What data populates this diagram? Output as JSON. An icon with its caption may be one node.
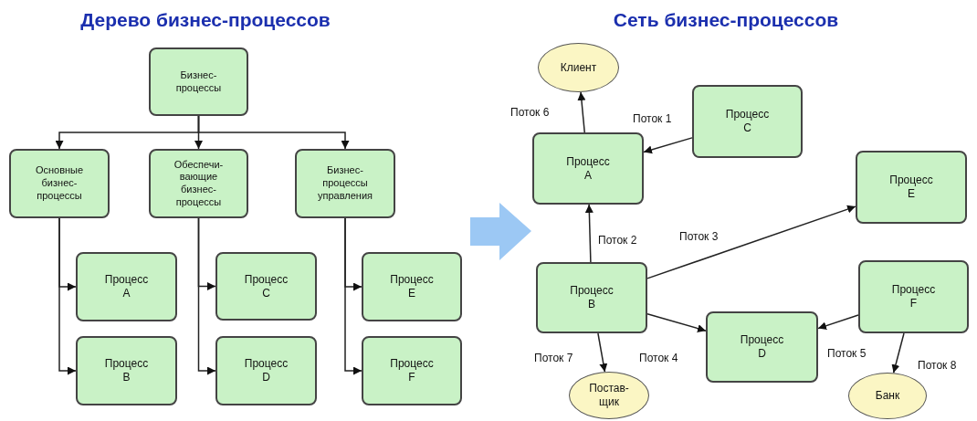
{
  "diagram": {
    "nodes": [
      {
        "text": [
          "Дерево бизнес-процессов"
        ]
      },
      {
        "text": [
          "Бизнес-процессы"
        ],
        "in": 0
      },
      {
        "text": [
          "Основные бизнес-процессы"
        ],
        "in": 0
      },
      {
        "text": [
          "Обеспечи-вающие бизнес-процессы"
        ],
        "in": 0
      },
      {
        "text": [
          "Бизнес-процессы управления"
        ],
        "in": 0
      },
      {
        "text": [
          "Процесс A"
        ],
        "in": 0
      },
      {
        "text": [
          "Процесс B"
        ],
        "in": 0
      },
      {
        "text": [
          "Процесс C"
        ],
        "in": 0
      },
      {
        "text": [
          "Процесс D"
        ],
        "in": 0
      },
      {
        "text": [
          "Процесс E"
        ],
        "in": 0
      },
      {
        "text": [
          "Процесс F"
        ],
        "in": 0
      },
      {
        "text": [
          "Сеть бизнес-процессов"
        ]
      },
      {
        "text": [
          "Клиент"
        ],
        "in": 11
      },
      {
        "text": [
          "Процесс C"
        ],
        "in": 11
      },
      {
        "text": [
          "Процесс A"
        ],
        "in": 11
      },
      {
        "text": [
          "Процесс E"
        ],
        "in": 11
      },
      {
        "text": [
          "Процесс B"
        ],
        "in": 11
      },
      {
        "text": [
          "Процесс F"
        ],
        "in": 11
      },
      {
        "text": [
          "Процесс D"
        ],
        "in": 11
      },
      {
        "text": [
          "Постав-щик"
        ],
        "in": 11
      },
      {
        "text": [
          "Банк"
        ],
        "in": 11
      }
    ],
    "edges": [
      {
        "from": 1,
        "to": 2,
        "arrow": "to"
      },
      {
        "from": 1,
        "to": 3,
        "arrow": "to"
      },
      {
        "from": 1,
        "to": 4,
        "arrow": "to"
      },
      {
        "from": 2,
        "to": 5,
        "arrow": "to"
      },
      {
        "from": 2,
        "to": 6,
        "arrow": "to"
      },
      {
        "from": 3,
        "to": 7,
        "arrow": "to"
      },
      {
        "from": 3,
        "to": 8,
        "arrow": "to"
      },
      {
        "from": 4,
        "to": 9,
        "arrow": "to"
      },
      {
        "from": 4,
        "to": 10,
        "arrow": "to"
      },
      {
        "from": 14,
        "to": 12,
        "arrow": "to",
        "label": "Поток 6"
      },
      {
        "from": 13,
        "to": 14,
        "arrow": "to",
        "label": "Поток 1"
      },
      {
        "from": 16,
        "to": 14,
        "arrow": "to",
        "label": "Поток 2"
      },
      {
        "from": 16,
        "to": 15,
        "arrow": "to",
        "label": "Поток 3"
      },
      {
        "from": 16,
        "to": 19,
        "arrow": "to",
        "label": "Поток 7"
      },
      {
        "from": 16,
        "to": 18,
        "arrow": "to",
        "label": "Поток 4"
      },
      {
        "from": 17,
        "to": 18,
        "arrow": "to",
        "label": "Поток 5"
      },
      {
        "from": 17,
        "to": 20,
        "arrow": "to",
        "label": "Поток 8"
      },
      {
        "from": 0,
        "to": 11,
        "arrow": "to",
        "style": "thick",
        "color": "#9cc8f4"
      }
    ]
  }
}
